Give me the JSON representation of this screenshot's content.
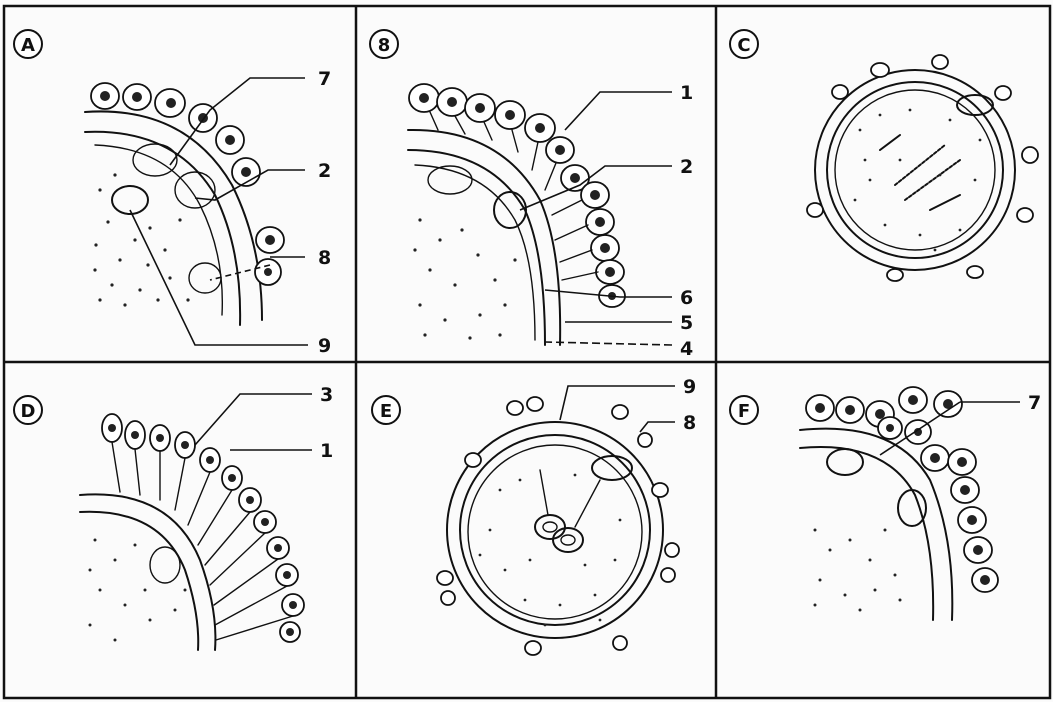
{
  "figure": {
    "panels": [
      {
        "id": "A",
        "letter": "A",
        "numbers": [
          "7",
          "2",
          "8",
          "9"
        ]
      },
      {
        "id": "B",
        "letter": "8",
        "numbers": [
          "1",
          "2",
          "6",
          "5",
          "4"
        ]
      },
      {
        "id": "C",
        "letter": "C",
        "numbers": []
      },
      {
        "id": "D",
        "letter": "D",
        "numbers": [
          "3",
          "1"
        ]
      },
      {
        "id": "E",
        "letter": "E",
        "numbers": [
          "9",
          "8"
        ]
      },
      {
        "id": "F",
        "letter": "F",
        "numbers": [
          "7"
        ]
      }
    ]
  }
}
